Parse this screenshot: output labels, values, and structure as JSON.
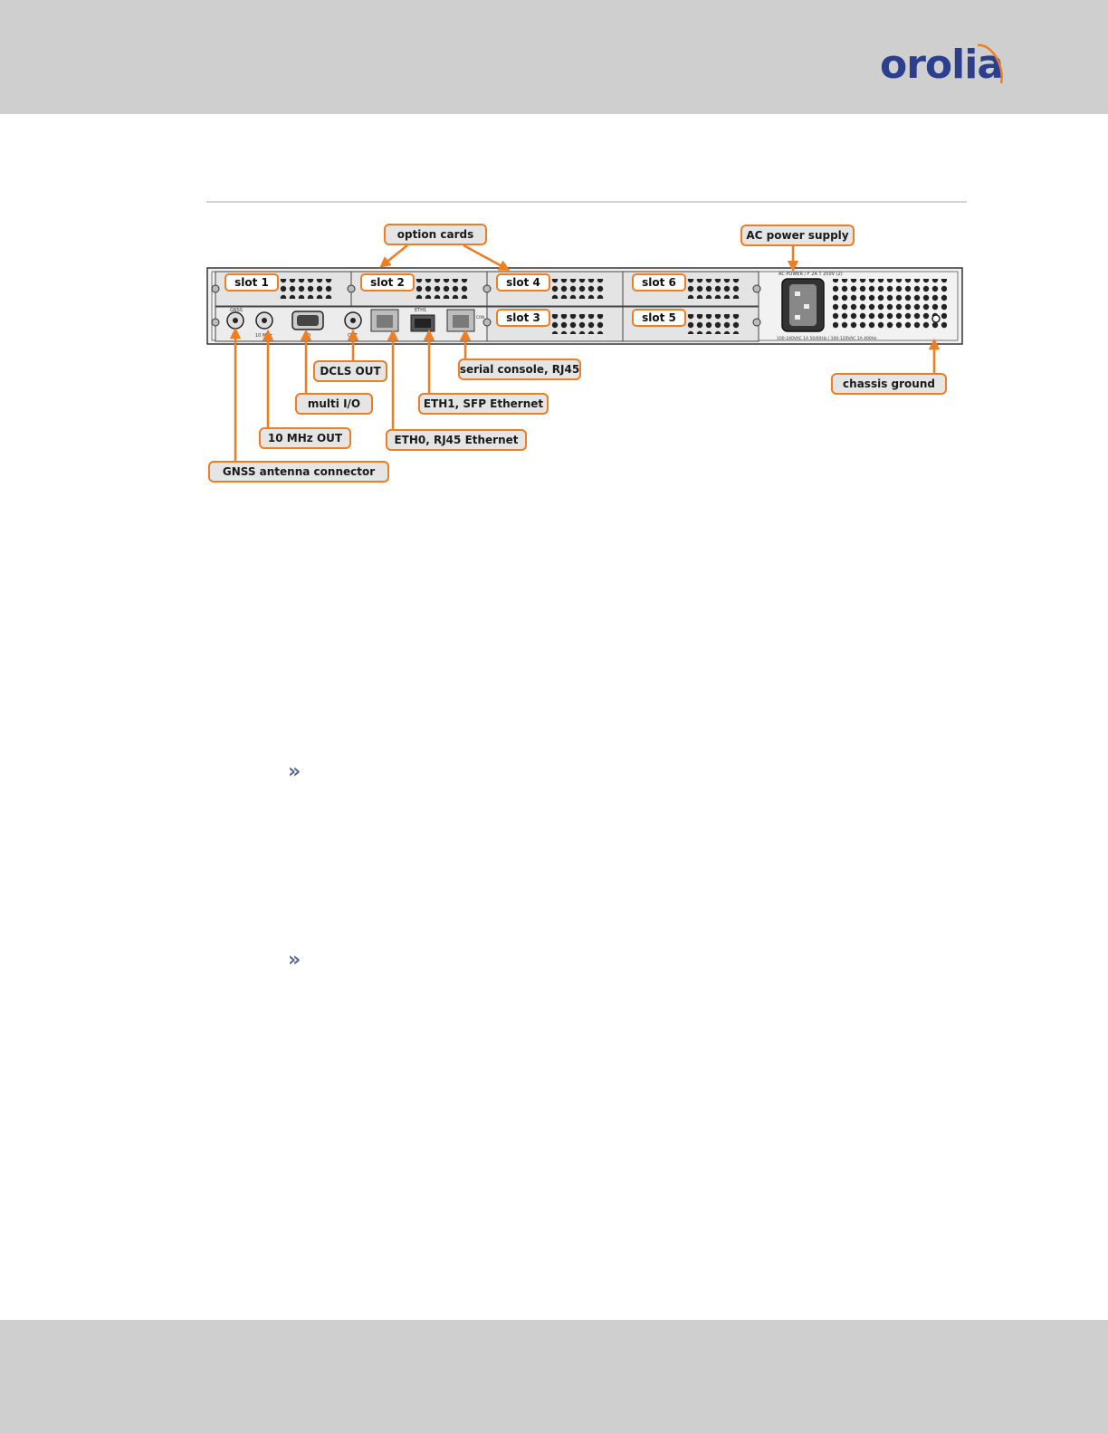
{
  "header": {
    "logo_text": "orolia"
  },
  "figure": {
    "callouts": {
      "option_cards": "option cards",
      "ac_power_supply": "AC power supply",
      "dcls_out": "DCLS OUT",
      "serial_console": "serial console, RJ45",
      "multi_io": "multi I/O",
      "eth1": "ETH1, SFP Ethernet",
      "ten_mhz_out": "10 MHz OUT",
      "eth0": "ETH0, RJ45 Ethernet",
      "gnss": "GNSS antenna connector",
      "chassis_ground": "chassis ground"
    },
    "slots": {
      "slot1": "slot 1",
      "slot2": "slot 2",
      "slot3": "slot 3",
      "slot4": "slot 4",
      "slot5": "slot 5",
      "slot6": "slot 6"
    },
    "panel_text": {
      "gnss": "GNSS",
      "ten_mhz": "10 MHz",
      "io": "I/O",
      "out": "OUT",
      "eth1": "ETH1",
      "con": "CON",
      "ac_power_top": "AC POWER / F 2A T 250V (2)",
      "ac_power_bottom": "100-240VAC 1A 50/60Hz / 100-120VAC 1A 400Hz"
    }
  },
  "bullets": {
    "bullet_1": "»",
    "bullet_2": "»"
  },
  "colors": {
    "accent": "#ef7d22",
    "logo_blue": "#2b3f8c",
    "band_gray": "#cfcfcf"
  }
}
